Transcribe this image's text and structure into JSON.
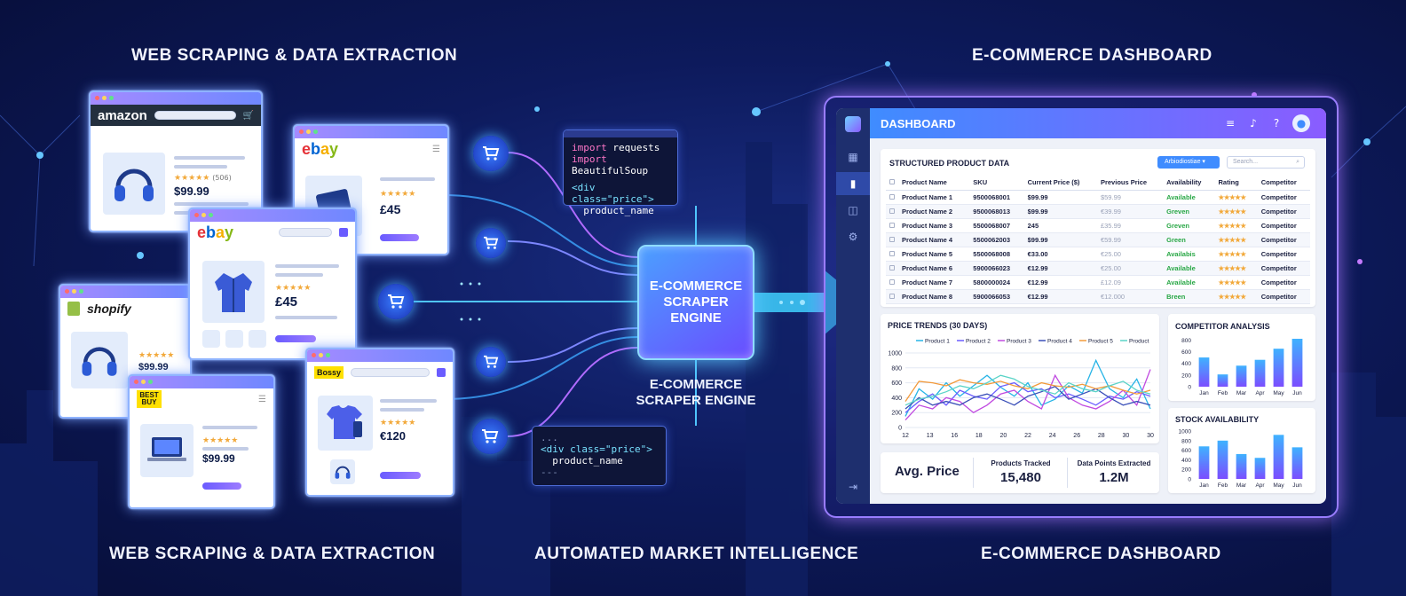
{
  "headings": {
    "top_left": "WEB SCRAPING & DATA EXTRACTION",
    "top_right": "E-COMMERCE DASHBOARD",
    "bottom_left": "WEB SCRAPING & DATA EXTRACTION",
    "bottom_center": "AUTOMATED MARKET INTELLIGENCE",
    "bottom_right": "E-COMMERCE DASHBOARD"
  },
  "stores": {
    "amazon": {
      "logo": "amazon",
      "price": "$99.99",
      "reviews": "(506)"
    },
    "ebay_top": {
      "logo": "ebay",
      "price": "£45"
    },
    "ebay_mid": {
      "logo": "ebay",
      "price": "£45"
    },
    "shopify": {
      "logo": "shopify",
      "price": "$99.99"
    },
    "bestbuy": {
      "logo": "BEST BUY",
      "price": "$99.99"
    },
    "bossy": {
      "logo": "Bossy",
      "price": "€120"
    }
  },
  "code_top": {
    "line1_kw": "import",
    "line1_rest": " requests",
    "line2_kw": "import",
    "line2_rest": " BeautifulSoup",
    "line3": "<div class=\"price\">",
    "line4": "  product_name"
  },
  "code_bottom": {
    "line0": "...",
    "line1": "<div class=\"price\">",
    "line2": "  product_name",
    "line3": "---"
  },
  "engine": {
    "chip_label": "E-COMMERCE SCRAPER ENGINE",
    "caption": "E-COMMERCE SCRAPER ENGINE"
  },
  "dashboard": {
    "title": "DASHBOARD",
    "structured_title": "STRUCTURED PRODUCT DATA",
    "filter_label": "Arbiodiostiae",
    "search_placeholder": "Search...",
    "columns": [
      "Product Name",
      "SKU",
      "Current Price ($)",
      "Previous Price",
      "Availability",
      "Rating",
      "Competitor"
    ],
    "rows": [
      [
        "Product Name 1",
        "9500068001",
        "$99.99",
        "$59.99",
        "Available",
        "★★★★★",
        "Competitor"
      ],
      [
        "Product Name 2",
        "9500068013",
        "$99.99",
        "€39.99",
        "Greven",
        "★★★★★",
        "Competitor"
      ],
      [
        "Product Name 3",
        "5500068007",
        "245",
        "£35.99",
        "Greven",
        "★★★★★",
        "Competitor"
      ],
      [
        "Product Name 4",
        "5500062003",
        "$99.99",
        "€59.99",
        "Green",
        "★★★★★",
        "Competitor"
      ],
      [
        "Product Name 5",
        "5500068008",
        "€33.00",
        "€25.00",
        "Availabis",
        "★★★★★",
        "Competitor"
      ],
      [
        "Product Name 6",
        "5900066023",
        "€12.99",
        "€25.00",
        "Available",
        "★★★★★",
        "Competitor"
      ],
      [
        "Product Name 7",
        "5800000024",
        "€12.99",
        "£12.09",
        "Available",
        "★★★★★",
        "Competitor"
      ],
      [
        "Product Name 8",
        "5900066053",
        "€12.99",
        "€12.000",
        "Breen",
        "★★★★★",
        "Competitor"
      ]
    ],
    "price_trends_title": "PRICE TRENDS (30 DAYS)",
    "competitor_title": "COMPETITOR ANALYSIS",
    "stock_title": "STOCK AVAILABILITY",
    "kpi": {
      "avg_label": "Avg. Price",
      "tracked_label": "Products Tracked",
      "tracked_value": "15,480",
      "points_label": "Data Points Extracted",
      "points_value": "1.2M"
    }
  },
  "chart_data": [
    {
      "type": "line",
      "title": "PRICE TRENDS (30 DAYS)",
      "x": [
        12,
        13,
        14,
        15,
        16,
        17,
        18,
        19,
        20,
        21,
        22,
        23,
        24,
        25,
        26,
        27,
        28,
        29,
        30
      ],
      "xticks": [
        12,
        13,
        16,
        18,
        20,
        22,
        24,
        26,
        28,
        30,
        30
      ],
      "yticks": [
        0,
        200,
        400,
        600,
        800,
        1000
      ],
      "ylim": [
        0,
        1000
      ],
      "legend": "top",
      "series": [
        {
          "name": "Product 1",
          "color": "#27b4e6",
          "values": [
            150,
            520,
            380,
            600,
            420,
            560,
            700,
            540,
            420,
            600,
            300,
            380,
            560,
            460,
            900,
            520,
            400,
            650,
            250
          ]
        },
        {
          "name": "Product 2",
          "color": "#6a5cff",
          "values": [
            200,
            350,
            450,
            300,
            500,
            420,
            380,
            550,
            600,
            480,
            520,
            400,
            450,
            380,
            300,
            420,
            380,
            480,
            420
          ]
        },
        {
          "name": "Product 3",
          "color": "#c04ae0",
          "values": [
            100,
            300,
            250,
            400,
            350,
            200,
            300,
            450,
            500,
            350,
            250,
            700,
            400,
            300,
            250,
            350,
            500,
            300,
            780
          ]
        },
        {
          "name": "Product 4",
          "color": "#3a4fb8",
          "values": [
            250,
            400,
            300,
            350,
            300,
            400,
            450,
            380,
            300,
            420,
            480,
            550,
            380,
            450,
            520,
            400,
            300,
            350,
            300
          ]
        },
        {
          "name": "Product 5",
          "color": "#f29a3b",
          "values": [
            350,
            620,
            600,
            560,
            640,
            600,
            580,
            620,
            560,
            520,
            600,
            560,
            540,
            580,
            520,
            560,
            500,
            450,
            500
          ]
        },
        {
          "name": "Product",
          "color": "#5bd4c7",
          "values": [
            300,
            380,
            420,
            480,
            560,
            520,
            600,
            700,
            650,
            550,
            500,
            450,
            600,
            520,
            480,
            560,
            620,
            500,
            450
          ]
        }
      ]
    },
    {
      "type": "bar",
      "title": "COMPETITOR ANALYSIS",
      "categories": [
        "Jan",
        "Feb",
        "Mar",
        "Apr",
        "May",
        "Jun"
      ],
      "values": [
        500,
        210,
        360,
        460,
        650,
        820
      ],
      "yticks": [
        0,
        200,
        400,
        600,
        800
      ],
      "ylim": [
        0,
        850
      ]
    },
    {
      "type": "bar",
      "title": "STOCK AVAILABILITY",
      "categories": [
        "Jan",
        "Feb",
        "Mar",
        "Apr",
        "May",
        "Jun"
      ],
      "values": [
        680,
        800,
        520,
        440,
        920,
        660
      ],
      "yticks": [
        0,
        200,
        400,
        600,
        800,
        1000
      ],
      "ylim": [
        0,
        1000
      ]
    }
  ],
  "colors": {
    "accent_blue": "#3f8cff",
    "accent_purple": "#8a5cff",
    "available_green": "#28a745",
    "star_orange": "#f2a93b"
  }
}
